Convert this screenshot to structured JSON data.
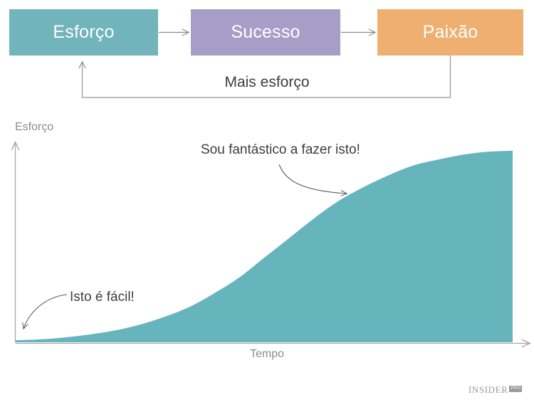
{
  "flow": {
    "boxes": [
      {
        "label": "Esforço",
        "color": "#71b4bb",
        "name": "flow-box-esforco"
      },
      {
        "label": "Sucesso",
        "color": "#a79ec7",
        "name": "flow-box-sucesso"
      },
      {
        "label": "Paixão",
        "color": "#efaf71",
        "name": "flow-box-paixao"
      }
    ],
    "feedback_label": "Mais esforço",
    "arrow_color": "#8c8c8c"
  },
  "chart_data": {
    "type": "area",
    "title": "",
    "subtitle": "",
    "xlabel": "Tempo",
    "ylabel": "Esforço",
    "grid": false,
    "legend": null,
    "series_color": "#66b5bd",
    "axis_color": "#a8a8a8",
    "xlim": [
      0,
      100
    ],
    "ylim": [
      0,
      100
    ],
    "x": [
      0,
      5,
      10,
      15,
      20,
      25,
      30,
      35,
      40,
      45,
      50,
      55,
      60,
      65,
      70,
      75,
      80,
      85,
      90,
      95,
      100
    ],
    "values": [
      1,
      1.5,
      2.5,
      4,
      6,
      9,
      13,
      18,
      25,
      33,
      43,
      53,
      63,
      72,
      79,
      85,
      90,
      93,
      95.5,
      97,
      97.5
    ],
    "annotations": [
      {
        "text": "Sou fantástico a fazer isto!",
        "x": 60,
        "y": 93
      },
      {
        "text": "Isto é fácil!",
        "x": 13,
        "y": 27
      }
    ]
  },
  "watermark": {
    "word": "INSIDER",
    "badge": "PRO"
  }
}
